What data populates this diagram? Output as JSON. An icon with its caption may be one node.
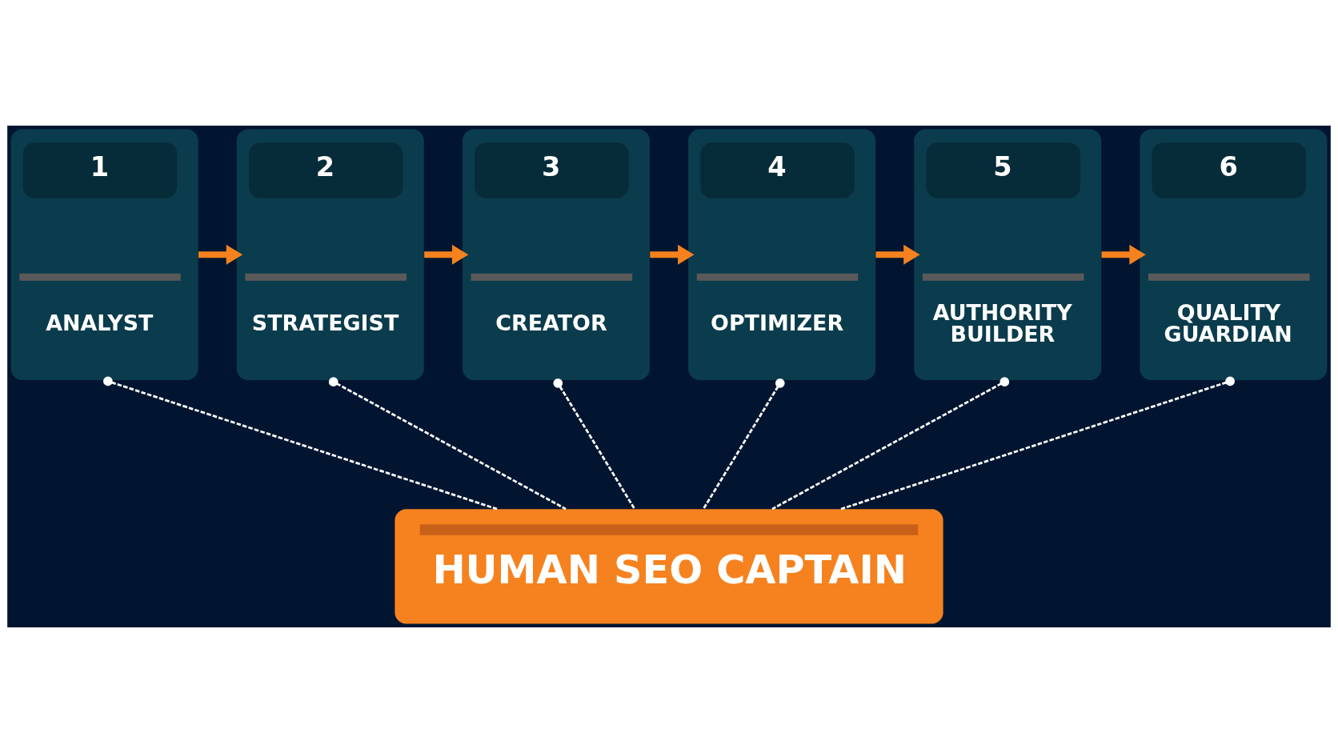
{
  "diagram": {
    "nodes": [
      {
        "text": [
          "1",
          "ANALYST"
        ]
      },
      {
        "text": [
          "2",
          "STRATEGIST"
        ]
      },
      {
        "text": [
          "3",
          "CREATOR"
        ]
      },
      {
        "text": [
          "4",
          "OPTIMIZER"
        ]
      },
      {
        "text": [
          "5",
          "AUTHORITY BUILDER"
        ]
      },
      {
        "text": [
          "6",
          "QUALITY GUARDIAN"
        ]
      },
      {
        "text": [
          "HUMAN SEO CAPTAIN"
        ]
      }
    ],
    "edges": [
      {
        "from": 0,
        "to": 1,
        "arrow": "to",
        "style": "thick",
        "color": "#f5821f"
      },
      {
        "from": 1,
        "to": 2,
        "arrow": "to",
        "style": "thick",
        "color": "#f5821f"
      },
      {
        "from": 2,
        "to": 3,
        "arrow": "to",
        "style": "thick",
        "color": "#f5821f"
      },
      {
        "from": 3,
        "to": 4,
        "arrow": "to",
        "style": "thick",
        "color": "#f5821f"
      },
      {
        "from": 4,
        "to": 5,
        "arrow": "to",
        "style": "thick",
        "color": "#f5821f"
      },
      {
        "from": 0,
        "to": 6,
        "arrow": "other",
        "style": "dashed"
      },
      {
        "from": 1,
        "to": 6,
        "arrow": "other",
        "style": "dashed"
      },
      {
        "from": 2,
        "to": 6,
        "arrow": "other",
        "style": "dashed"
      },
      {
        "from": 3,
        "to": 6,
        "arrow": "other",
        "style": "dashed"
      },
      {
        "from": 4,
        "to": 6,
        "arrow": "other",
        "style": "dashed"
      },
      {
        "from": 5,
        "to": 6,
        "arrow": "other",
        "style": "dashed"
      }
    ]
  }
}
